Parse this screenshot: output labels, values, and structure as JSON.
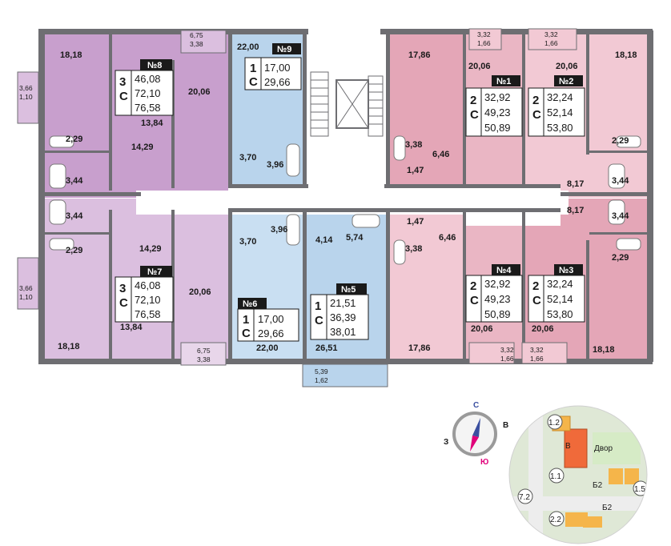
{
  "colors": {
    "violet": "#c89fcd",
    "lavender": "#dbbfdf",
    "blue": "#b9d4ec",
    "pink": "#eab6c4",
    "rose": "#e4a6b7",
    "light_pink": "#f2c9d4",
    "wall": "#6e6e72",
    "badge": "#1a1a1a"
  },
  "room_areas": [
    "18,18",
    "20,06",
    "13,84",
    "14,29",
    "2,29",
    "3,44",
    "3,44",
    "2,29",
    "14,29",
    "13,84",
    "20,06",
    "18,18",
    "22,00",
    "3,70",
    "3,96",
    "3,70",
    "3,96",
    "22,00",
    "4,14",
    "5,74",
    "26,51",
    "17,86",
    "3,38",
    "6,46",
    "1,47",
    "1,47",
    "6,46",
    "3,38",
    "17,86",
    "20,06",
    "20,06",
    "18,18",
    "2,29",
    "3,44",
    "8,17",
    "8,17",
    "3,44",
    "2,29",
    "20,06",
    "20,06",
    "18,18"
  ],
  "balconies": [
    {
      "a": "6,75",
      "b": "3,38"
    },
    {
      "a": "3,66",
      "b": "1,10"
    },
    {
      "a": "3,66",
      "b": "1,10"
    },
    {
      "a": "6,75",
      "b": "3,38"
    },
    {
      "a": "5,39",
      "b": "1,62"
    },
    {
      "a": "3,32",
      "b": "1,66"
    },
    {
      "a": "3,32",
      "b": "1,66"
    },
    {
      "a": "3,32",
      "b": "1,66"
    },
    {
      "a": "3,32",
      "b": "1,66"
    }
  ],
  "apartments": [
    {
      "number": "№8",
      "rooms": "3",
      "type": "С",
      "living": "46,08",
      "total": "72,10",
      "with_balcony": "76,58"
    },
    {
      "number": "№7",
      "rooms": "3",
      "type": "С",
      "living": "46,08",
      "total": "72,10",
      "with_balcony": "76,58"
    },
    {
      "number": "№9",
      "rooms": "1",
      "type": "С",
      "living": "17,00",
      "total": "29,66"
    },
    {
      "number": "№6",
      "rooms": "1",
      "type": "С",
      "living": "17,00",
      "total": "29,66"
    },
    {
      "number": "№5",
      "rooms": "1",
      "type": "С",
      "living": "21,51",
      "total": "36,39",
      "with_balcony": "38,01"
    },
    {
      "number": "№1",
      "rooms": "2",
      "type": "С",
      "living": "32,92",
      "total": "49,23",
      "with_balcony": "50,89"
    },
    {
      "number": "№2",
      "rooms": "2",
      "type": "С",
      "living": "32,24",
      "total": "52,14",
      "with_balcony": "53,80"
    },
    {
      "number": "№4",
      "rooms": "2",
      "type": "С",
      "living": "32,92",
      "total": "49,23",
      "with_balcony": "50,89"
    },
    {
      "number": "№3",
      "rooms": "2",
      "type": "С",
      "living": "32,24",
      "total": "52,14",
      "with_balcony": "53,80"
    }
  ],
  "compass": {
    "north": "С",
    "east": "В",
    "south": "Ю",
    "west": "З"
  },
  "map_labels": {
    "b1": "1.2",
    "b2": "1.1",
    "b3": "1.5",
    "b4": "7.2",
    "b5": "2.2",
    "corner": "Б2",
    "corner2": "Б2",
    "letter": "В",
    "yard": "Двор"
  }
}
